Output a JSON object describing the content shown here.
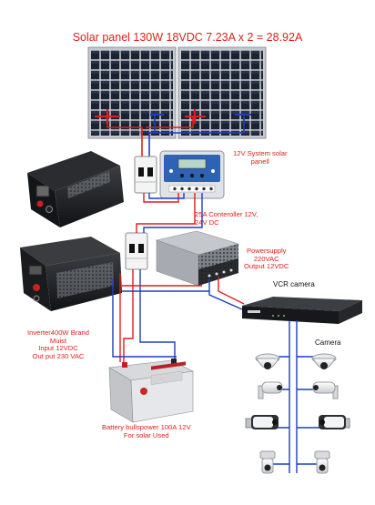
{
  "title": "Solar panel 130W  18VDC    7.23A x 2 = 28.92A",
  "labels": {
    "system": [
      "12V System solar",
      "panell"
    ],
    "controller": [
      "25A Conteroller 12V,",
      "24V DC"
    ],
    "powersupply": [
      "Powersupply",
      "220VAC",
      "Output 12VDC"
    ],
    "vcr": "VCR camera",
    "camera": "Camera",
    "inverter": [
      "Inverter400W Brand",
      "Muist",
      "Input 12VDC",
      "Out put 230 VAC"
    ],
    "battery": [
      "Battery bullspower 100A 12V",
      "For solar Used"
    ]
  },
  "colors": {
    "label_red": "#e0201c",
    "wire_red": "#e21d1d",
    "wire_blue": "#1c3fbf",
    "panel_cell": "#1b2230",
    "panel_frame": "#c9ccd2"
  }
}
